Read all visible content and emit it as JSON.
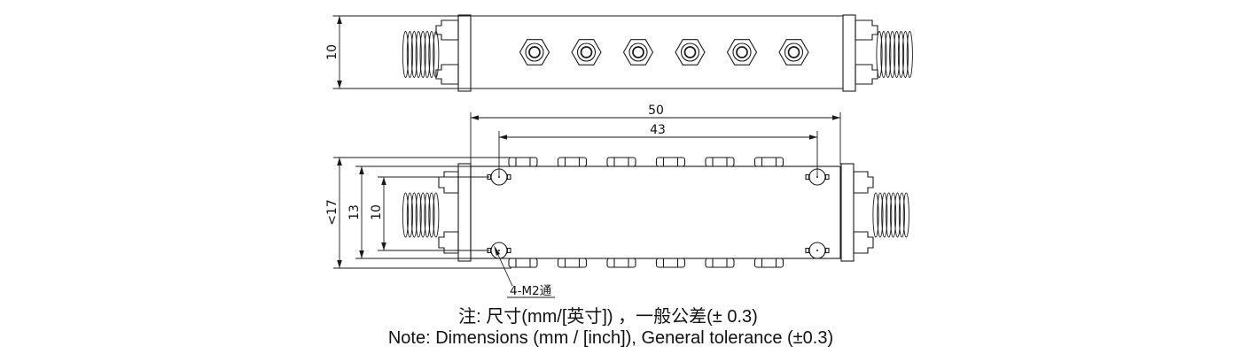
{
  "colors": {
    "line": "#1a1a1a",
    "text": "#111111",
    "background": "#ffffff"
  },
  "top_view": {
    "width_dim_label": "10",
    "tuning_screw_count": 6
  },
  "side_view": {
    "overall_length_label": "50",
    "hole_spacing_x_label": "43",
    "overall_height_label": "<17",
    "body_height_label": "13",
    "hole_spacing_y_label": "10",
    "hole_callout": "4-M2通",
    "mounting_hole_count": 4,
    "tuning_screw_count": 6
  },
  "notes": {
    "line1": "注: 尺寸(mm/[英寸]) ，一般公差(± 0.3)",
    "line2": "Note: Dimensions (mm / [inch]), General tolerance (±0.3)"
  }
}
